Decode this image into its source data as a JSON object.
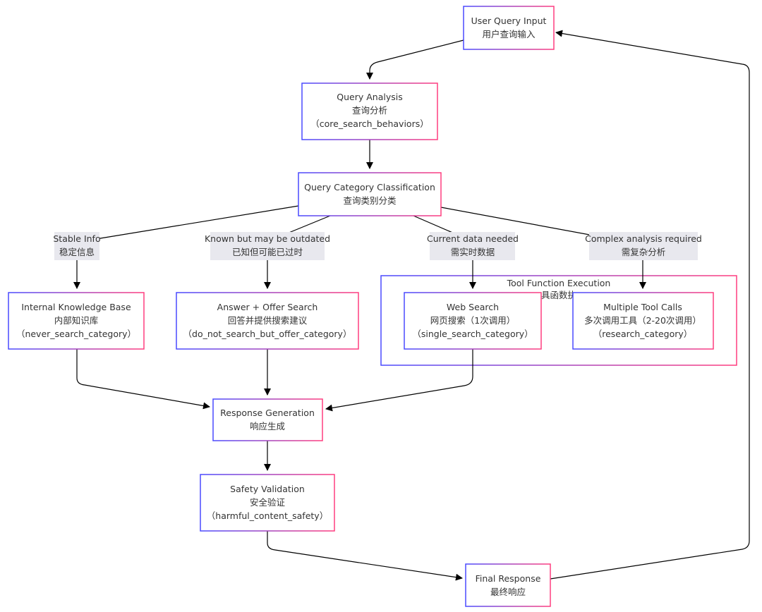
{
  "nodes": {
    "user_query": {
      "line1": "User Query Input",
      "line2": "用户查询输入"
    },
    "query_analysis": {
      "line1": "Query Analysis",
      "line2": "查询分析",
      "line3": "（core_search_behaviors）"
    },
    "classification": {
      "line1": "Query Category Classification",
      "line2": "查询类别分类"
    },
    "internal_kb": {
      "line1": "Internal Knowledge Base",
      "line2": "内部知识库",
      "line3": "（never_search_category）"
    },
    "answer_offer": {
      "line1": "Answer + Offer Search",
      "line2": "回答并提供搜索建议",
      "line3": "（do_not_search_but_offer_category）"
    },
    "web_search": {
      "line1": "Web Search",
      "line2": "网页搜索（1次调用）",
      "line3": "（single_search_category）"
    },
    "multi_tool": {
      "line1": "Multiple Tool Calls",
      "line2": "多次调用工具（2-20次调用）",
      "line3": "（research_category）"
    },
    "response_gen": {
      "line1": "Response Generation",
      "line2": "响应生成"
    },
    "safety": {
      "line1": "Safety Validation",
      "line2": "安全验证",
      "line3": "（harmful_content_safety）"
    },
    "final": {
      "line1": "Final Response",
      "line2": "最终响应"
    }
  },
  "subgraph": {
    "title": "Tool Function Execution",
    "subtitle_partial": "具函数执"
  },
  "edge_labels": {
    "stable": {
      "line1": "Stable Info",
      "line2": "稳定信息"
    },
    "outdated": {
      "line1": "Known but may be outdated",
      "line2": "已知但可能已过时"
    },
    "current": {
      "line1": "Current data needed",
      "line2": "需实时数据"
    },
    "complex": {
      "line1": "Complex analysis required",
      "line2": "需复杂分析"
    }
  },
  "colors": {
    "box_gradient_start": "#4a4aff",
    "box_gradient_end": "#ff3d7f",
    "label_background": "#e8e8ee",
    "edge": "#000000",
    "text": "#333333"
  }
}
